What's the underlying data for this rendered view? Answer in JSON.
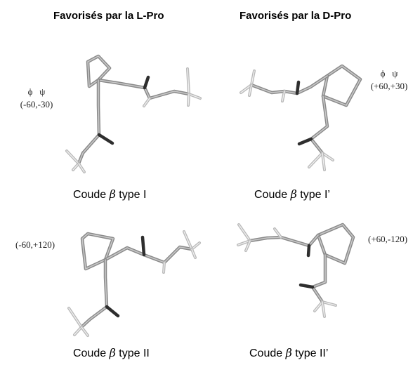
{
  "headers": {
    "left": "Favorisés par la L-Pro",
    "right": "Favorisés par la D-Pro"
  },
  "angle_symbols": {
    "phi": "ϕ",
    "psi": "ψ"
  },
  "panels": [
    {
      "id": "type-I",
      "angles": "(-60,-30)",
      "caption_pre": "Coude ",
      "caption_beta": "β",
      "caption_post": " type I"
    },
    {
      "id": "type-I-prime",
      "angles": "(+60,+30)",
      "caption_pre": "Coude ",
      "caption_beta": "β",
      "caption_post": " type I’"
    },
    {
      "id": "type-II",
      "angles": "(-60,+120)",
      "caption_pre": "Coude ",
      "caption_beta": "β",
      "caption_post": " type II"
    },
    {
      "id": "type-II-prime",
      "angles": "(+60,-120)",
      "caption_pre": "Coude ",
      "caption_beta": "β",
      "caption_post": " type II’"
    }
  ]
}
